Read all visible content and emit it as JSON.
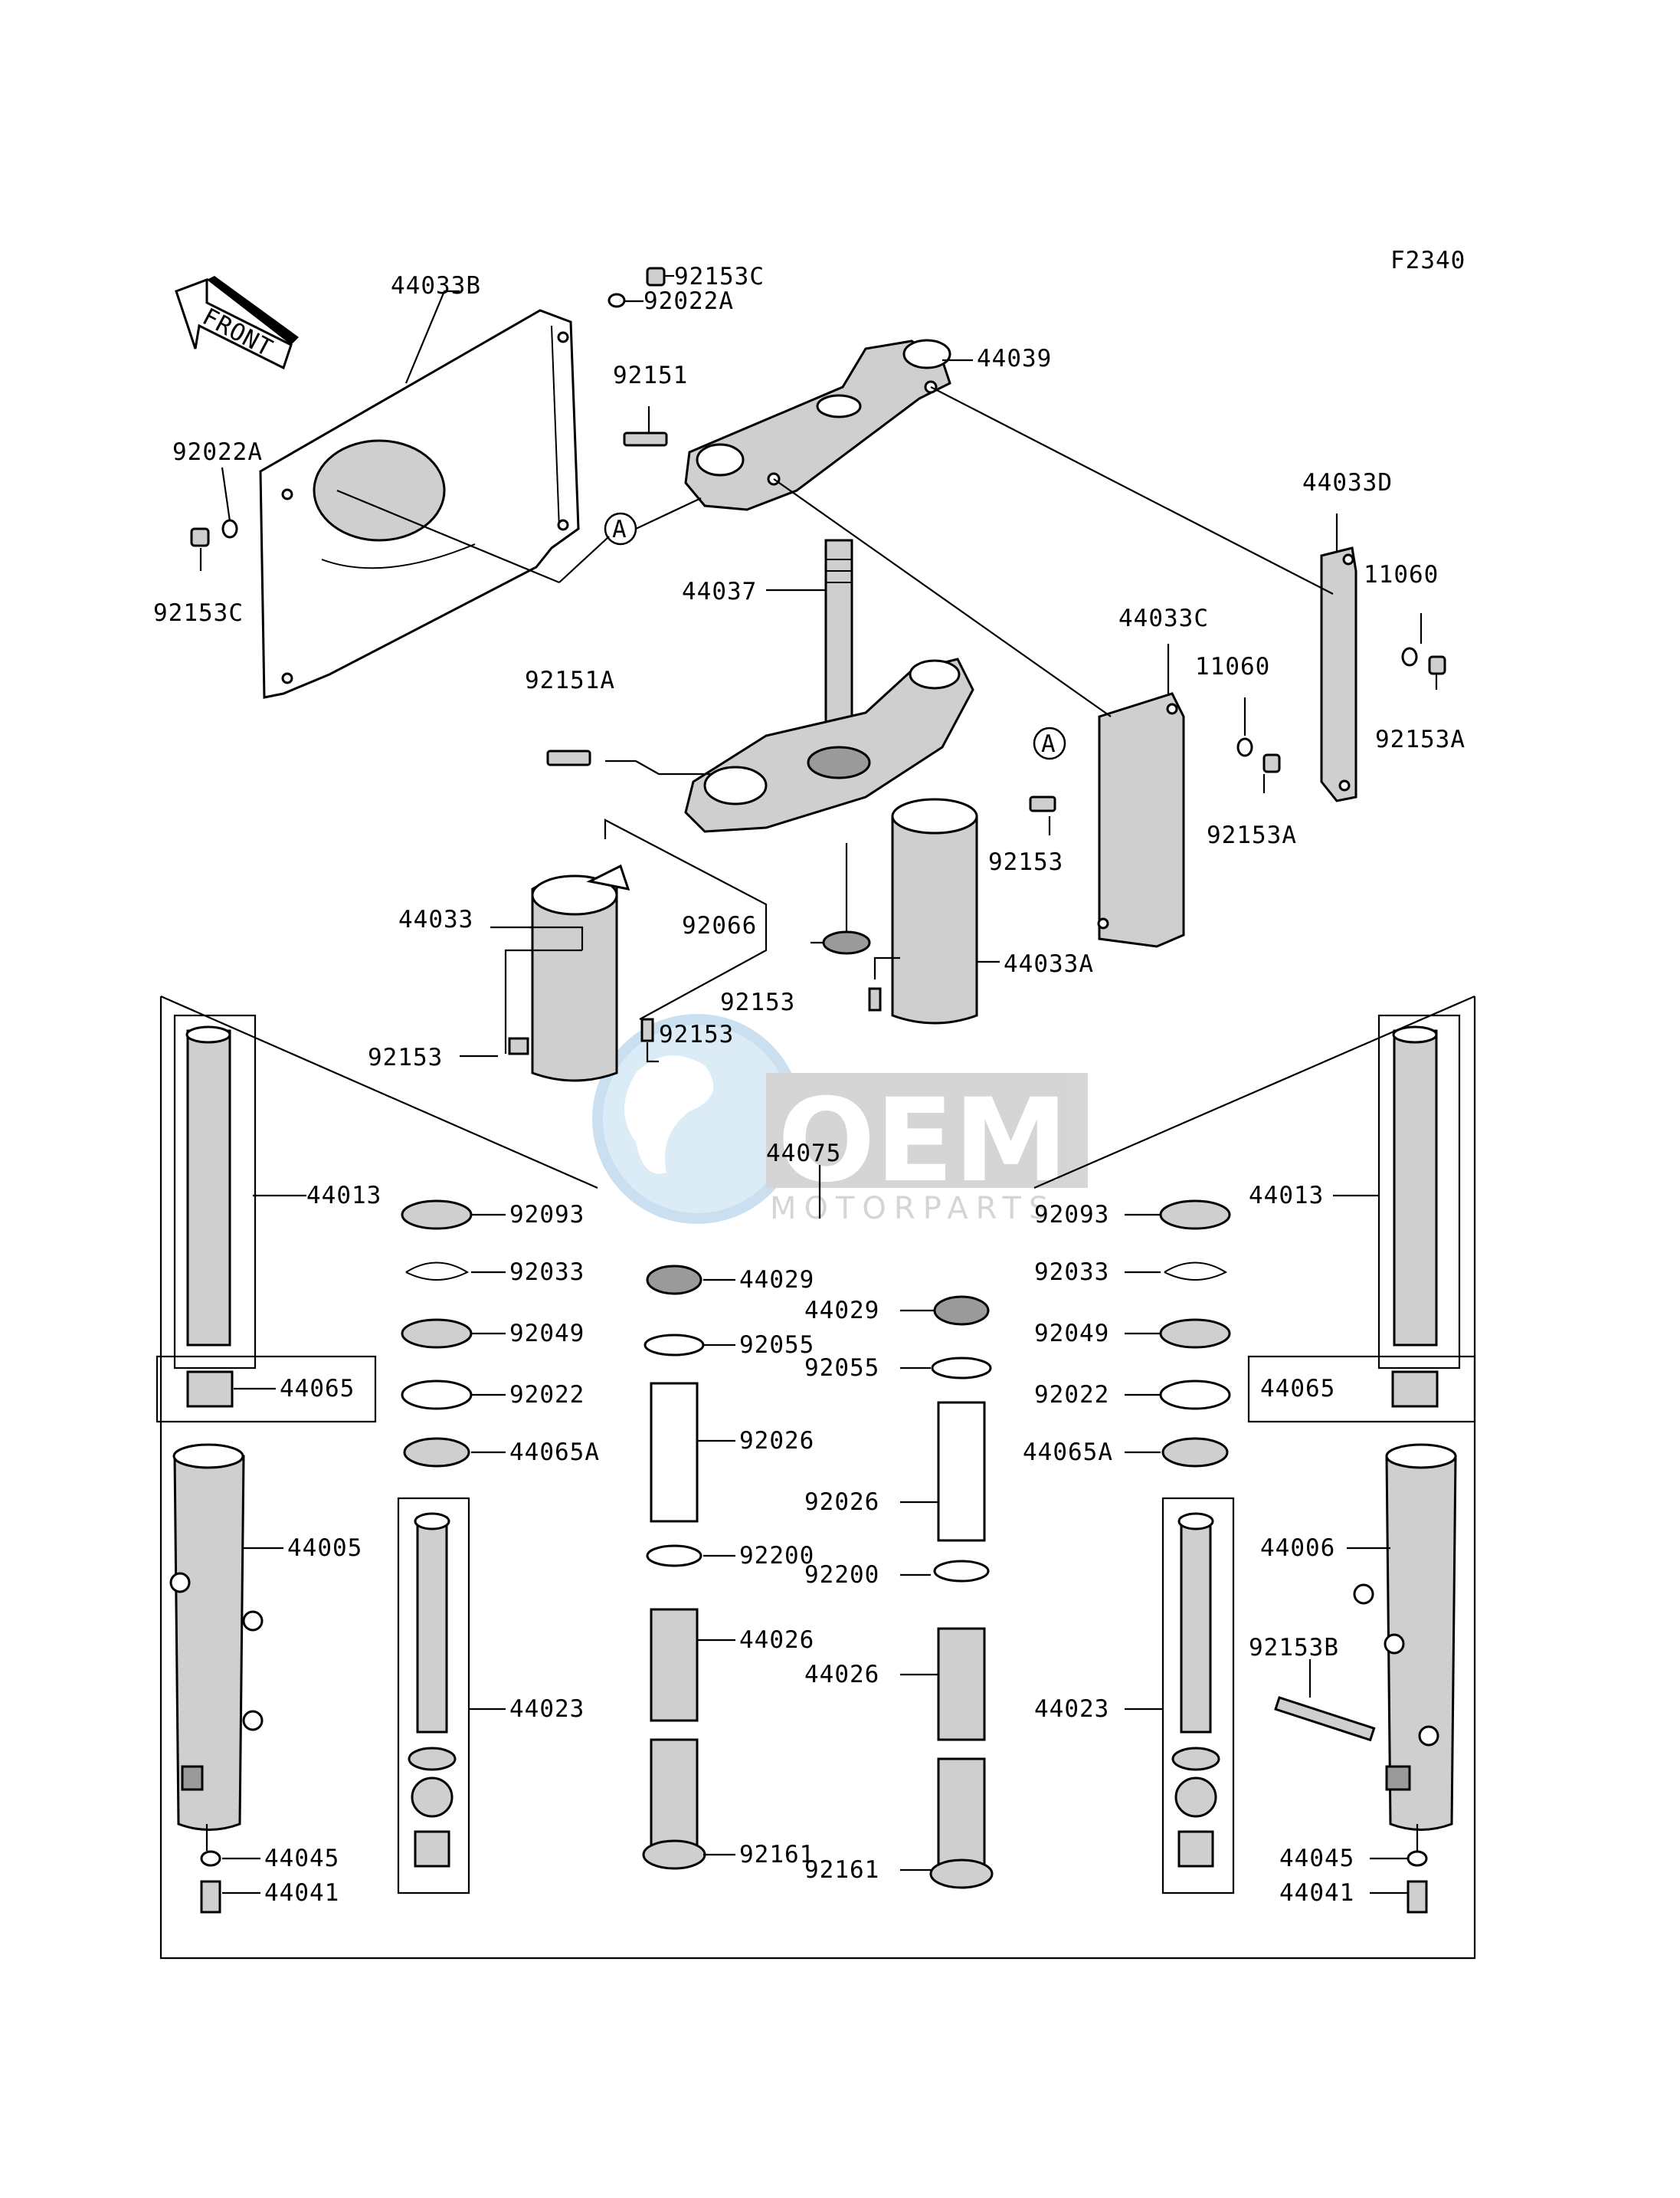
{
  "diagram_code": "F2340",
  "front_badge": "FRONT",
  "ref_marker": "A",
  "watermark": {
    "brand": "OEM",
    "sub": "MOTORPARTS"
  },
  "labels": {
    "p44033B": "44033B",
    "p92153C_top": "92153C",
    "p92022A_top": "92022A",
    "p92151": "92151",
    "p44039": "44039",
    "p92022A_left": "92022A",
    "p92153C_left": "92153C",
    "p44033D": "44033D",
    "p11060_right": "11060",
    "p92153A_right": "92153A",
    "p44037": "44037",
    "p44033C": "44033C",
    "p11060_mid": "11060",
    "p92153A_mid": "92153A",
    "p92151A": "92151A",
    "p92153_mid": "92153",
    "p44033": "44033",
    "p92066": "92066",
    "p44033A": "44033A",
    "p92153_a": "92153",
    "p92153_b": "92153",
    "p92153_c": "92153",
    "p44075": "44075",
    "p44013_left": "44013",
    "p92093_left": "92093",
    "p92033_left": "92033",
    "p44029_left": "44029",
    "p92049_left": "92049",
    "p92055_left": "92055",
    "p44065_left": "44065",
    "p92022_left": "92022",
    "p92026_left": "92026",
    "p44065A_left": "44065A",
    "p44005": "44005",
    "p92200_left": "92200",
    "p44026_left": "44026",
    "p44023_left": "44023",
    "p92161_left": "92161",
    "p44045_left": "44045",
    "p44041_left": "44041",
    "p44013_right": "44013",
    "p92093_right": "92093",
    "p92033_right": "92033",
    "p44029_right": "44029",
    "p92049_right": "92049",
    "p92055_right": "92055",
    "p44065_right": "44065",
    "p92022_right": "92022",
    "p92026_right": "92026",
    "p44065A_right": "44065A",
    "p44006": "44006",
    "p92200_right": "92200",
    "p44026_right": "44026",
    "p92153B": "92153B",
    "p44023_right": "44023",
    "p92161_right": "92161",
    "p44045_right": "44045",
    "p44041_right": "44041"
  }
}
